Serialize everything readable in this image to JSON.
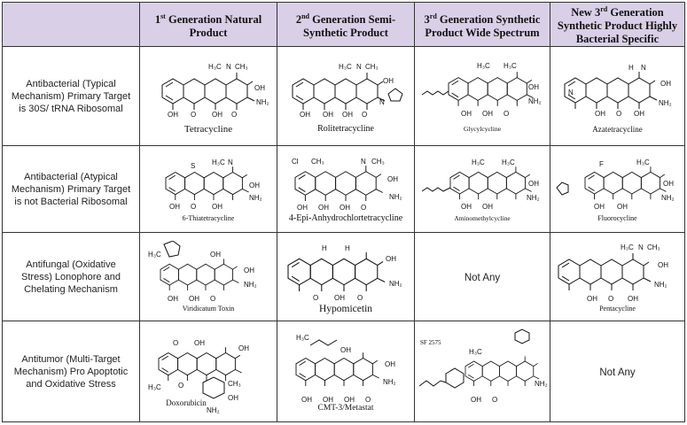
{
  "header": {
    "c1": {
      "ord": "1",
      "sup": "st",
      "rest": " Generation Natural",
      "line2": "Product"
    },
    "c2": {
      "ord": "2",
      "sup": "nd",
      "rest": " Generation Semi-",
      "line2": "Synthetic Product"
    },
    "c3": {
      "ord": "3",
      "sup": "rd",
      "rest": " Generation Synthetic",
      "line2": "Product Wide Spectrum"
    },
    "c4": {
      "pre": "New 3",
      "sup": "rd",
      "rest": " Generation",
      "line2": "Synthetic Product Highly",
      "line3": "Bacterial Specific"
    }
  },
  "rows": [
    {
      "label": [
        "Antibacterial (Typical",
        "Mechanism) Primary Target",
        "is 30S/ tRNA Ribosomal"
      ],
      "c1": "Tetracycline",
      "c2": "Rolitetracycline",
      "c3": "Glycylcycline",
      "c4": "Azatetracycline"
    },
    {
      "label": [
        "Antibacterial (Atypical",
        "Mechanism) Primary Target",
        "is not Bacterial Ribosomal"
      ],
      "c1": "6-Thiatetracycline",
      "c2": "4-Epi-Anhydrochlortetracycline",
      "c3": "Aminomethylcycline",
      "c4": "Fluorocycline"
    },
    {
      "label": [
        "Antifungal (Oxidative",
        "Stress) Lonophore and",
        "Chelating Mechanism"
      ],
      "c1": "Viridicatum Toxin",
      "c2": "Hypomicetin",
      "c3": "Not Any",
      "c4": "Pentacycline"
    },
    {
      "label": [
        "Antitumor (Multi-Target",
        "Mechanism) Pro Apoptotic",
        "and Oxidative Stress"
      ],
      "c1": "Doxorubicin",
      "c2": "CMT-3/Metastat",
      "c3_note": "SF 2575",
      "c4": "Not Any"
    }
  ],
  "atoms": {
    "oh": "OH",
    "o": "O",
    "nh2": "NH₂",
    "nme2": "N",
    "ch3": "CH₃",
    "h3c": "H₃C",
    "cl": "Cl",
    "f": "F",
    "s": "S",
    "n": "N",
    "h": "H"
  }
}
